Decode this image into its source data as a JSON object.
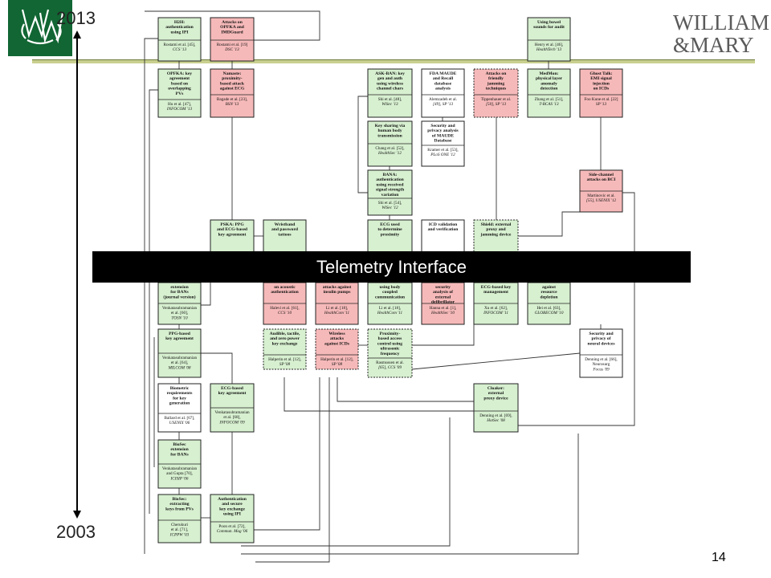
{
  "header": {
    "logo_wordmark_line1": "WILLIAM",
    "logo_wordmark_line2": "&MARY",
    "year_top": "2013",
    "year_bottom": "2003",
    "slide_number": "14"
  },
  "banner": {
    "label": "Telemetry Interface"
  },
  "colors": {
    "green_fill": "#d7f0d0",
    "red_fill": "#f6b9b9",
    "white_fill": "#ffffff",
    "stroke": "#222222",
    "banner_bg": "#000000",
    "logo_green": "#116633"
  },
  "nodes": [
    {
      "id": "h2h",
      "title": [
        "H2H:",
        "authentication",
        "using IPI"
      ],
      "ref": [
        "Rostami et al. [45],",
        "CCS '13"
      ],
      "fill": "green",
      "dashed": false
    },
    {
      "id": "opfka-atk",
      "title": [
        "Attacks on",
        "OPFKA and",
        "IMDGuard"
      ],
      "ref": [
        "Rostami et al. [19]",
        "DSC '13"
      ],
      "fill": "red",
      "dashed": false
    },
    {
      "id": "bowel",
      "title": [
        "Using bowel",
        "sounds for audit"
      ],
      "ref": [
        "Henry et al. [46],",
        "HealthTech '13"
      ],
      "fill": "green",
      "dashed": false
    },
    {
      "id": "opfka",
      "title": [
        "OPFKA: key",
        "agreement",
        "based on",
        "overlapping",
        "PVs"
      ],
      "ref": [
        "Hu et al. [47],",
        "INFOCOM '13"
      ],
      "fill": "green",
      "dashed": false
    },
    {
      "id": "namaste",
      "title": [
        "Namaste:",
        "proximity-",
        "based attack",
        "against ECG"
      ],
      "ref": [
        "Bagade et al. [23],",
        "BSN '13"
      ],
      "fill": "red",
      "dashed": false
    },
    {
      "id": "askban",
      "title": [
        "ASK-BAN: key",
        "gen and auth",
        "using wireless",
        "channel chars"
      ],
      "ref": [
        "Shi et al. [48],",
        "WiSec '13"
      ],
      "fill": "green",
      "dashed": false
    },
    {
      "id": "fda",
      "title": [
        "FDA MAUDE",
        "and Recall",
        "database",
        "analysis"
      ],
      "ref": [
        "Alemzadeh et al.",
        "[49], SP '13"
      ],
      "fill": "white",
      "dashed": false
    },
    {
      "id": "jamming-atk",
      "title": [
        "Attacks on",
        "friendly",
        "jamming",
        "techniques"
      ],
      "ref": [
        "Tippenhauer et al.",
        "[50], SP '13"
      ],
      "fill": "red",
      "dashed": true
    },
    {
      "id": "medmon",
      "title": [
        "MedMon:",
        "physical layer",
        "anomaly",
        "detection"
      ],
      "ref": [
        "Zhang et al. [51],",
        "T-BCAS '13"
      ],
      "fill": "green",
      "dashed": false
    },
    {
      "id": "ghost",
      "title": [
        "Ghost Talk:",
        "EMI signal",
        "injection",
        "on ICDs"
      ],
      "ref": [
        "Foo Kune et al. [22]",
        "SP '13"
      ],
      "fill": "red",
      "dashed": false
    },
    {
      "id": "keyshare",
      "title": [
        "Key sharing via",
        "human body",
        "transmission"
      ],
      "ref": [
        "Chang et al. [52],",
        "HealthSec '12"
      ],
      "fill": "green",
      "dashed": false
    },
    {
      "id": "maude-sec",
      "title": [
        "Security and",
        "privacy analysis",
        "of MAUDE",
        "Database"
      ],
      "ref": [
        "Kramer et al. [53],",
        "PLoS ONE '12"
      ],
      "fill": "white",
      "dashed": false
    },
    {
      "id": "bana",
      "title": [
        "BANA:",
        "authentication",
        "using received",
        "signal strength",
        "variation"
      ],
      "ref": [
        "Shi et al. [54],",
        "WiSec '12"
      ],
      "fill": "green",
      "dashed": false
    },
    {
      "id": "sidechannel",
      "title": [
        "Side-channel",
        "attacks on BCI"
      ],
      "ref": [
        "Martinovic et al.",
        "[55], USENIX '12"
      ],
      "fill": "red",
      "dashed": false
    },
    {
      "id": "pska",
      "title": [
        "PSKA: PPG",
        "and ECG-based",
        "key agreement"
      ],
      "ref": [],
      "fill": "green",
      "dashed": false
    },
    {
      "id": "wristband",
      "title": [
        "Wristband",
        "and password",
        "tattoos"
      ],
      "ref": [],
      "fill": "green",
      "dashed": false
    },
    {
      "id": "ecg-prox",
      "title": [
        "ECG used",
        "to determine",
        "proximity"
      ],
      "ref": [],
      "fill": "green",
      "dashed": false
    },
    {
      "id": "icd-valid",
      "title": [
        "ICD validation",
        "and verification"
      ],
      "ref": [],
      "fill": "white",
      "dashed": false
    },
    {
      "id": "shield",
      "title": [
        "Shield: external",
        "proxy and",
        "jamming device"
      ],
      "ref": [],
      "fill": "green",
      "dashed": true
    },
    {
      "id": "biosec-ext",
      "title": [
        "extension",
        "for BANs",
        "(journal version)"
      ],
      "ref": [
        "Venkatasubramanian",
        "et al. [60],",
        "TOSN '10"
      ],
      "fill": "green",
      "dashed": false
    },
    {
      "id": "acoustic",
      "title": [
        "on acoustic",
        "authentication"
      ],
      "ref": [
        "Halevi et al. [61],",
        "CCS '10"
      ],
      "fill": "red",
      "dashed": false
    },
    {
      "id": "insulin",
      "title": [
        "attacks against",
        "insulin pumps"
      ],
      "ref": [
        "Li et al. [18],",
        "HealthCom '11"
      ],
      "fill": "red",
      "dashed": false
    },
    {
      "id": "bodycoupled",
      "title": [
        "using body",
        "coupled",
        "communication"
      ],
      "ref": [
        "Li et al. [18],",
        "HealthCom '11"
      ],
      "fill": "green",
      "dashed": false
    },
    {
      "id": "defib",
      "title": [
        "security",
        "analysis of",
        "external",
        "defibrillator"
      ],
      "ref": [
        "Hanna et al. [1],",
        "HealthSec '10"
      ],
      "fill": "red",
      "dashed": false
    },
    {
      "id": "ecg-km",
      "title": [
        "ECG-based key",
        "management"
      ],
      "ref": [
        "Xu et al. [62],",
        "INFOCOM '11"
      ],
      "fill": "green",
      "dashed": false
    },
    {
      "id": "resource",
      "title": [
        "against",
        "resource",
        "depletion"
      ],
      "ref": [
        "Hei et al. [63],",
        "GLOBECOM '10"
      ],
      "fill": "green",
      "dashed": false
    },
    {
      "id": "ppg-ka",
      "title": [
        "PPG-based",
        "key agreement"
      ],
      "ref": [
        "Venkatasubramanian",
        "et al. [64],",
        "MILCOM '08"
      ],
      "fill": "green",
      "dashed": false
    },
    {
      "id": "audible",
      "title": [
        "Audible, tactile,",
        "and zero power",
        "key exchange"
      ],
      "ref": [
        "Halperin et al. [12],",
        "SP '08"
      ],
      "fill": "green",
      "dashed": true
    },
    {
      "id": "wireless-icd",
      "title": [
        "Wireless",
        "attacks",
        "against ICDs"
      ],
      "ref": [
        "Halperin et al. [12],",
        "SP '08"
      ],
      "fill": "red",
      "dashed": true
    },
    {
      "id": "ultrasonic",
      "title": [
        "Proximity-",
        "based access",
        "control using",
        "ultrasonic",
        "frequency"
      ],
      "ref": [
        "Rasmussen et al.",
        "[65], CCS '09"
      ],
      "fill": "green",
      "dashed": true
    },
    {
      "id": "neural",
      "title": [
        "Security and",
        "privacy of",
        "neural devices"
      ],
      "ref": [
        "Denning et al. [66],",
        "Neurosurg",
        "Focus '09"
      ],
      "fill": "white",
      "dashed": false
    },
    {
      "id": "biometric",
      "title": [
        "Biometric",
        "requirements",
        "for key",
        "generation"
      ],
      "ref": [
        "Ballard et al. [67],",
        "USENIX '06"
      ],
      "fill": "white",
      "dashed": false
    },
    {
      "id": "ecg-ka",
      "title": [
        "ECG-based",
        "key agreement"
      ],
      "ref": [
        "Venkatasubramanian",
        "et al. [68],",
        "INFOCOM '09"
      ],
      "fill": "green",
      "dashed": false
    },
    {
      "id": "cloaker",
      "title": [
        "Cloaker:",
        "external",
        "proxy device"
      ],
      "ref": [
        "Denning et al. [69],",
        "HotSec '08"
      ],
      "fill": "green",
      "dashed": false
    },
    {
      "id": "biosec-ban",
      "title": [
        "BioSec",
        "extension",
        "for BANs"
      ],
      "ref": [
        "Venkatasubramanian",
        "and Gupta [70],",
        "ICISIP '06"
      ],
      "fill": "green",
      "dashed": false
    },
    {
      "id": "biosec",
      "title": [
        "BioSec:",
        "extracting",
        "keys from PVs"
      ],
      "ref": [
        "Cherukuri",
        "et al. [71],",
        "ICPPW '03"
      ],
      "fill": "green",
      "dashed": false
    },
    {
      "id": "ipi-auth",
      "title": [
        "Authentication",
        "and secure",
        "key exchange",
        "using IPI"
      ],
      "ref": [
        "Poon et al. [72],",
        "Commun. Mag '06"
      ],
      "fill": "green",
      "dashed": false
    }
  ]
}
